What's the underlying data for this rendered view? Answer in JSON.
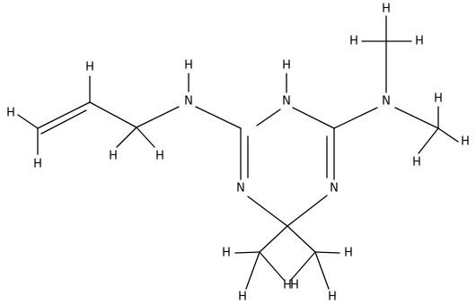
{
  "molecule": {
    "atoms": [
      {
        "id": "n_top",
        "label": "N"
      },
      {
        "id": "h_n_top",
        "label": "H"
      },
      {
        "id": "n_left",
        "label": "N"
      },
      {
        "id": "n_right",
        "label": "N"
      },
      {
        "id": "n_nh",
        "label": "N"
      },
      {
        "id": "h_nh",
        "label": "H"
      },
      {
        "id": "n_nme2",
        "label": "N"
      },
      {
        "id": "h_vinyl_top",
        "label": "H"
      },
      {
        "id": "h_vinyl_left1",
        "label": "H"
      },
      {
        "id": "h_vinyl_left2",
        "label": "H"
      },
      {
        "id": "h_allyl_1",
        "label": "H"
      },
      {
        "id": "h_allyl_2",
        "label": "H"
      },
      {
        "id": "h_me1_top",
        "label": "H"
      },
      {
        "id": "h_me1_left",
        "label": "H"
      },
      {
        "id": "h_me1_right",
        "label": "H"
      },
      {
        "id": "h_me2_top",
        "label": "H"
      },
      {
        "id": "h_me2_right",
        "label": "H"
      },
      {
        "id": "h_me2_bottom",
        "label": "H"
      },
      {
        "id": "h_cme_l1",
        "label": "H"
      },
      {
        "id": "h_cme_l2",
        "label": "H"
      },
      {
        "id": "h_cme_l3",
        "label": "H"
      },
      {
        "id": "h_cme_r1",
        "label": "H"
      },
      {
        "id": "h_cme_r2",
        "label": "H"
      },
      {
        "id": "h_cme_r3",
        "label": "H"
      }
    ]
  }
}
